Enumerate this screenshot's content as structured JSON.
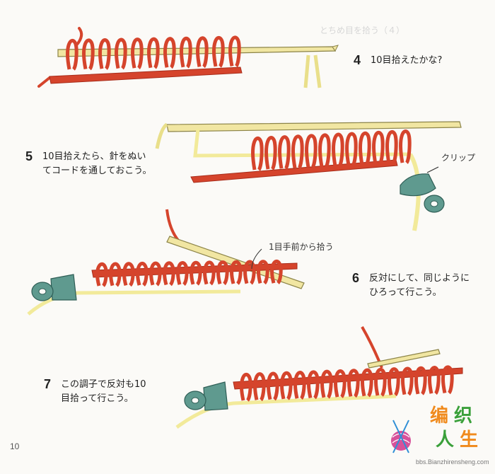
{
  "page": {
    "faint_heading": "とちめ目を拾う（４）",
    "page_number": "10"
  },
  "steps": [
    {
      "num": "4",
      "text": "10目拾えたかな?"
    },
    {
      "num": "5",
      "text": "10目拾えたら、針をぬい\nてコードを通しておこう。"
    },
    {
      "num": "6",
      "text": "反対にして、同じように\nひろって行こう。"
    },
    {
      "num": "7",
      "text": "この調子で反対も10\n目拾って行こう。"
    }
  ],
  "labels": {
    "clip": "クリップ",
    "pick_up": "1目手前から拾う"
  },
  "watermark": {
    "line1_a": "编",
    "line1_b": "织",
    "line2_a": "人",
    "line2_b": "生",
    "url": "bbs.Bianzhirensheng.com"
  },
  "colors": {
    "yarn": "#d5442c",
    "yarn_dark": "#a82c1a",
    "hook": "#f1e6a2",
    "hook_edge": "#8c8448",
    "cord": "#f2ea9a",
    "clip": "#5f9a8f",
    "wm_orange": "#f08a1c",
    "wm_green": "#3aa03a",
    "wm_magenta": "#d0328a",
    "wm_blue": "#2f8fd6"
  }
}
